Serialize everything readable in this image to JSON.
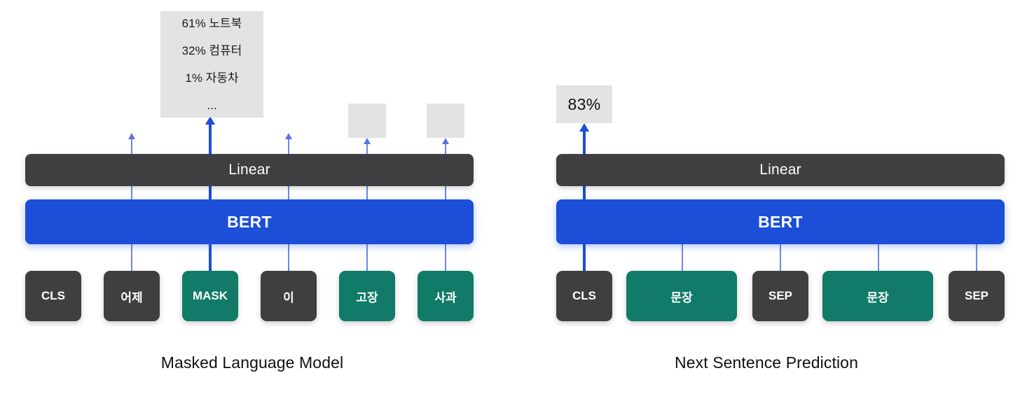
{
  "figure": {
    "background_color": "#ffffff",
    "accent_blue": "#1c4ed8",
    "accent_teal": "#117a68",
    "neutral_dark": "#3f3f41",
    "neutral_gray": "#e3e3e3",
    "connector_light": "#7187e0"
  },
  "panels": [
    {
      "id": "mlm",
      "caption": "Masked Language Model",
      "prediction_box": {
        "lines": [
          "61% 노트북",
          "32% 컴퓨터",
          "1% 자동차",
          "..."
        ]
      },
      "empty_output_boxes": [
        "",
        ""
      ],
      "layers": {
        "linear_label": "Linear",
        "bert_label": "BERT"
      },
      "tokens": [
        {
          "label": "CLS",
          "type": "dark",
          "connector": "none"
        },
        {
          "label": "어제",
          "type": "dark",
          "connector": "thin"
        },
        {
          "label": "MASK",
          "type": "teal",
          "connector": "thick"
        },
        {
          "label": "이",
          "type": "dark",
          "connector": "thin"
        },
        {
          "label": "고장",
          "type": "teal",
          "connector": "thin"
        },
        {
          "label": "사과",
          "type": "teal",
          "connector": "thin"
        }
      ]
    },
    {
      "id": "nsp",
      "caption": "Next Sentence Prediction",
      "prediction_box": {
        "lines": [
          "83%"
        ]
      },
      "empty_output_boxes": [],
      "layers": {
        "linear_label": "Linear",
        "bert_label": "BERT"
      },
      "tokens": [
        {
          "label": "CLS",
          "type": "dark",
          "connector": "thick"
        },
        {
          "label": "문장",
          "type": "teal",
          "connector": "thin"
        },
        {
          "label": "SEP",
          "type": "dark",
          "connector": "thin"
        },
        {
          "label": "문장",
          "type": "teal",
          "connector": "thin"
        },
        {
          "label": "SEP",
          "type": "dark",
          "connector": "thin"
        }
      ]
    }
  ]
}
